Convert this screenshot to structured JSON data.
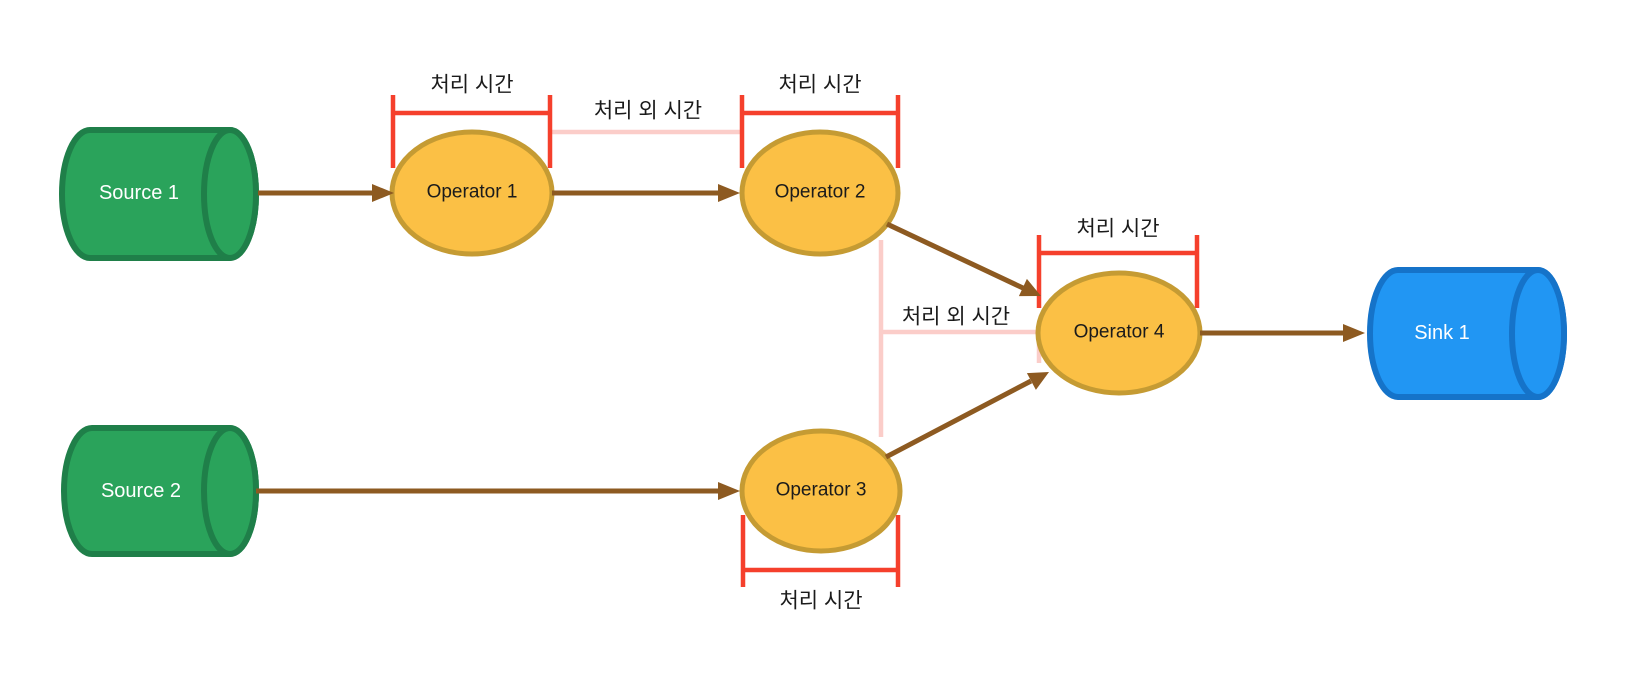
{
  "diagram": {
    "nodes": {
      "source1": {
        "label": "Source 1",
        "type": "cylinder",
        "role": "source"
      },
      "source2": {
        "label": "Source 2",
        "type": "cylinder",
        "role": "source"
      },
      "operator1": {
        "label": "Operator 1",
        "type": "ellipse",
        "role": "operator"
      },
      "operator2": {
        "label": "Operator 2",
        "type": "ellipse",
        "role": "operator"
      },
      "operator3": {
        "label": "Operator 3",
        "type": "ellipse",
        "role": "operator"
      },
      "operator4": {
        "label": "Operator 4",
        "type": "ellipse",
        "role": "operator"
      },
      "sink1": {
        "label": "Sink 1",
        "type": "cylinder",
        "role": "sink"
      }
    },
    "edges": [
      {
        "from": "source1",
        "to": "operator1"
      },
      {
        "from": "operator1",
        "to": "operator2"
      },
      {
        "from": "operator2",
        "to": "operator4"
      },
      {
        "from": "source2",
        "to": "operator3"
      },
      {
        "from": "operator3",
        "to": "operator4"
      },
      {
        "from": "operator4",
        "to": "sink1"
      }
    ],
    "annotations": {
      "processing_time": "처리 시간",
      "non_processing_time": "처리 외 시간",
      "processing_brackets": [
        {
          "target": "operator1",
          "position": "above"
        },
        {
          "target": "operator2",
          "position": "above"
        },
        {
          "target": "operator4",
          "position": "above"
        },
        {
          "target": "operator3",
          "position": "below"
        }
      ],
      "non_processing_spans": [
        {
          "between": [
            "operator1",
            "operator2"
          ]
        },
        {
          "between": [
            "operator2",
            "operator4"
          ]
        }
      ]
    },
    "colors": {
      "source_fill": "#2AA35B",
      "source_border": "#1F7F49",
      "operator_fill": "#FBC045",
      "operator_border": "#C59B33",
      "sink_fill": "#2196F3",
      "sink_border": "#1573C9",
      "edge_arrow": "#8D5A21",
      "bracket_red": "#F5402C",
      "idle_pink": "#FBCDC9",
      "label_text": "#1B1B1B",
      "node_text_light": "#FFFFFF"
    }
  }
}
